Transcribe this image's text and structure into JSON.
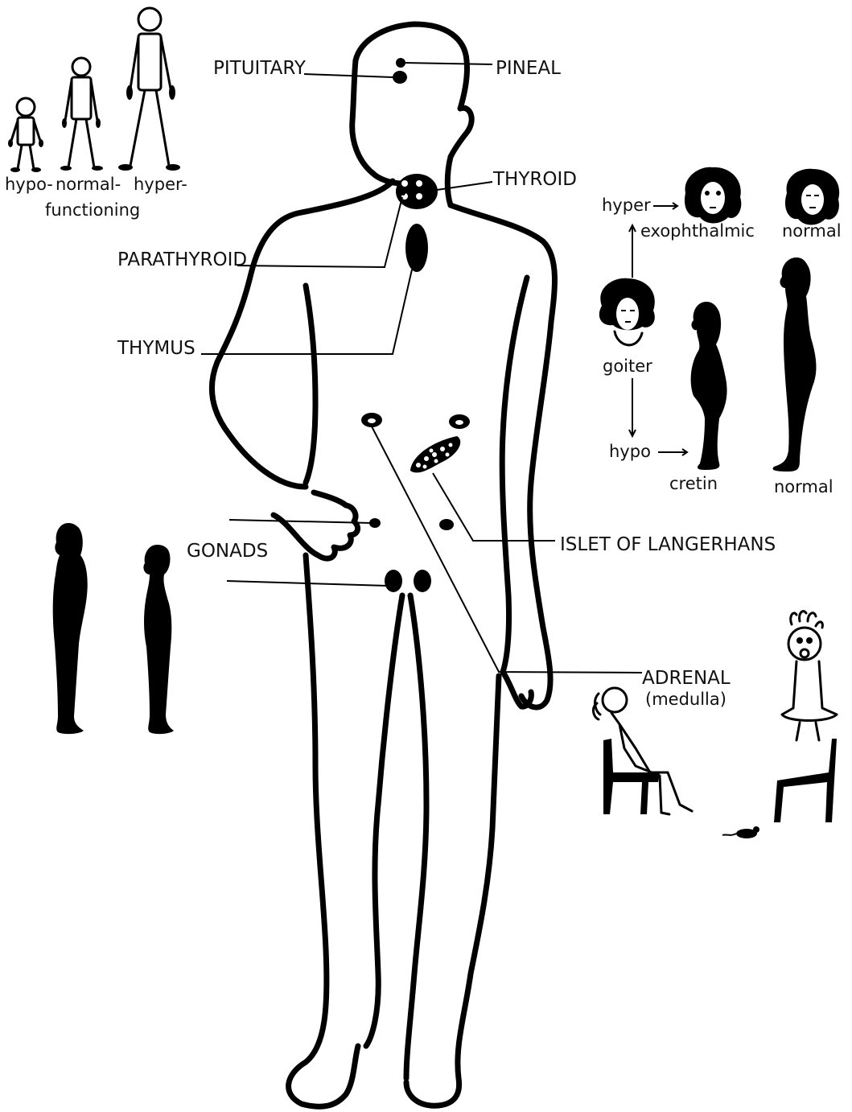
{
  "labels": {
    "pituitary": "PITUITARY",
    "pineal": "PINEAL",
    "thyroid": "THYROID",
    "parathyroid": "PARATHYROID",
    "thymus": "THYMUS",
    "islet": "ISLET OF LANGERHANS",
    "gonads": "GONADS",
    "adrenal": "ADRENAL",
    "adrenal_sub": "(medulla)"
  },
  "pituitary_panel": {
    "hypo": "hypo-",
    "normal": "normal-",
    "hyper": "hyper-",
    "caption": "functioning"
  },
  "thyroid_panel": {
    "hyper": "hyper",
    "exophthalmic": "exophthalmic",
    "normal_face": "normal",
    "goiter": "goiter",
    "hypo": "hypo",
    "cretin": "cretin",
    "normal_body": "normal"
  }
}
